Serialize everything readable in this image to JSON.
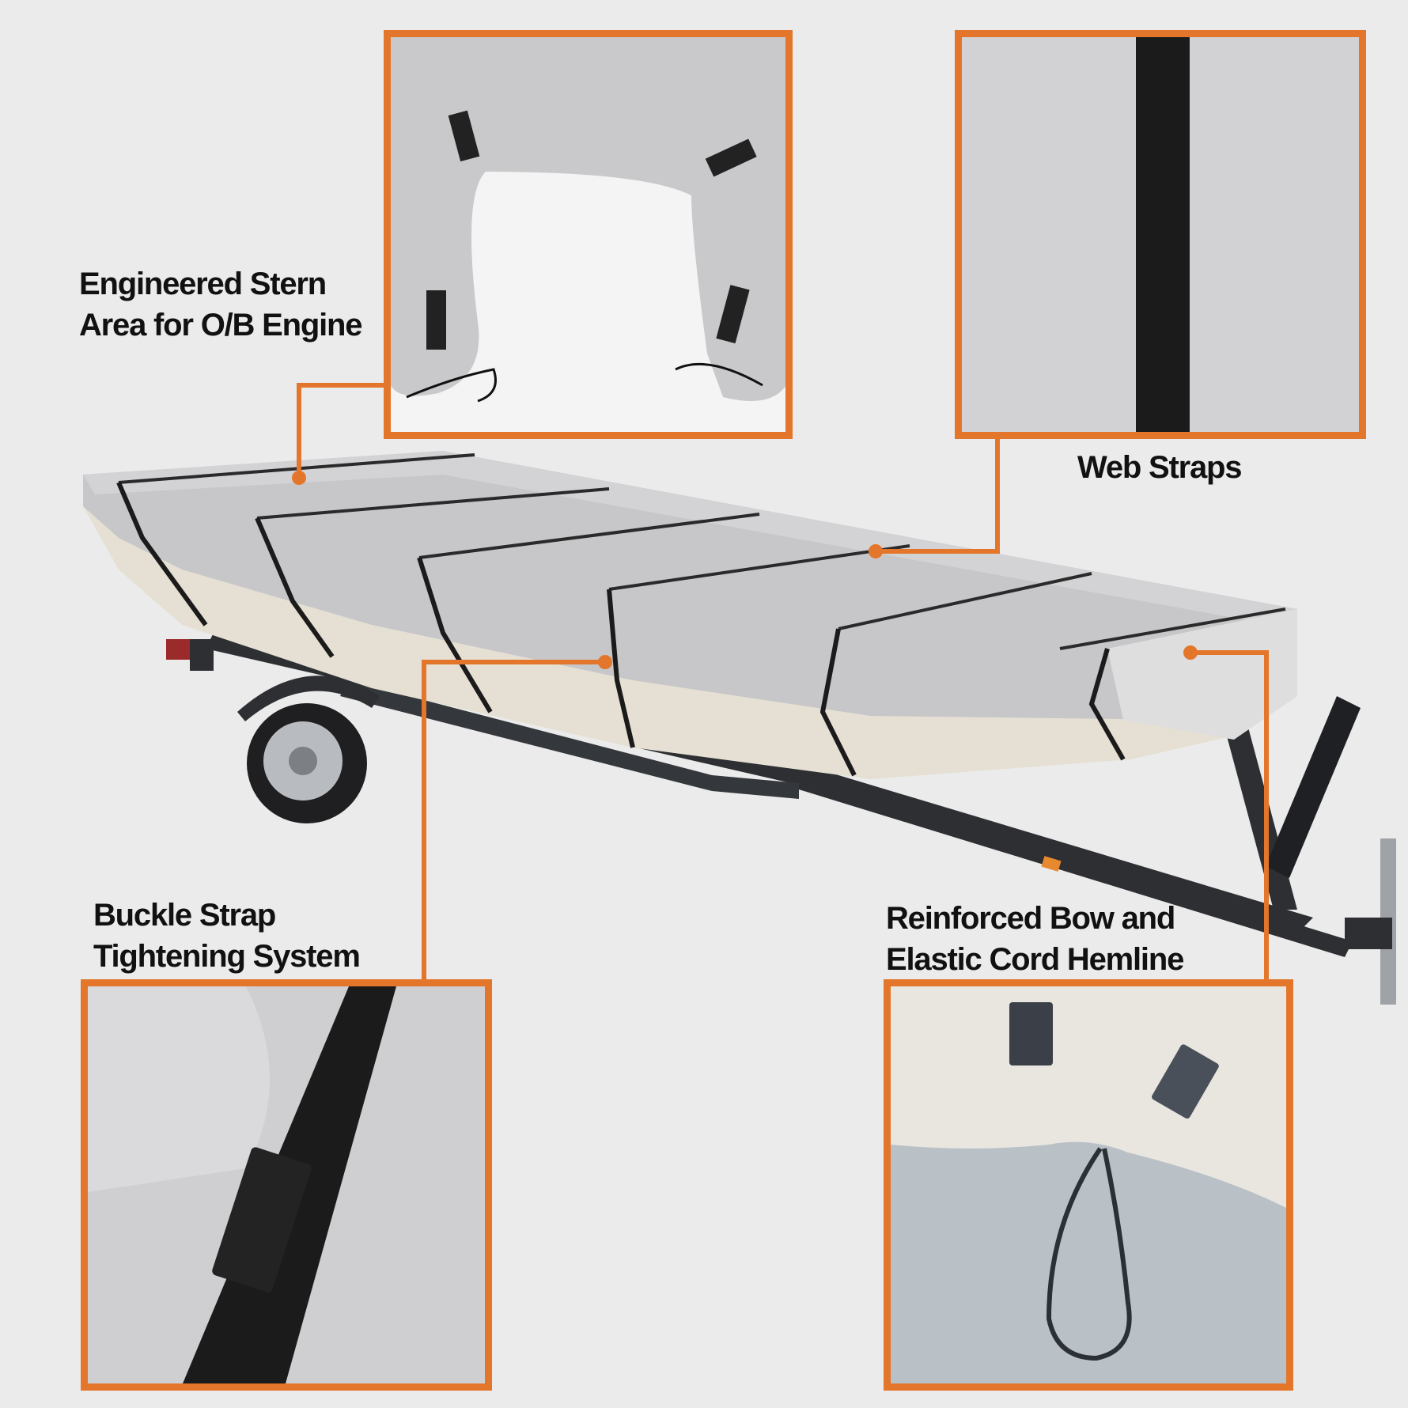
{
  "theme": {
    "background": "#ebebeb",
    "accent_orange": "#e3762a",
    "cover_gray": "#c7c7c9",
    "hull_beige": "#e5e0d3",
    "strap_black": "#1b1b1b",
    "trailer_dark": "#2d2f33"
  },
  "features": [
    {
      "id": "stern",
      "label": "Engineered Stern\nArea for O/B Engine",
      "image": "stern-cover-closeup"
    },
    {
      "id": "web_straps",
      "label": "Web Straps",
      "image": "web-strap-closeup"
    },
    {
      "id": "buckle",
      "label": "Buckle Strap\nTightening System",
      "image": "buckle-strap-closeup"
    },
    {
      "id": "bow",
      "label": "Reinforced Bow and\nElastic Cord Hemline",
      "image": "elastic-hemline-closeup"
    }
  ],
  "main_image": "jon-boat-with-cover-on-trailer"
}
